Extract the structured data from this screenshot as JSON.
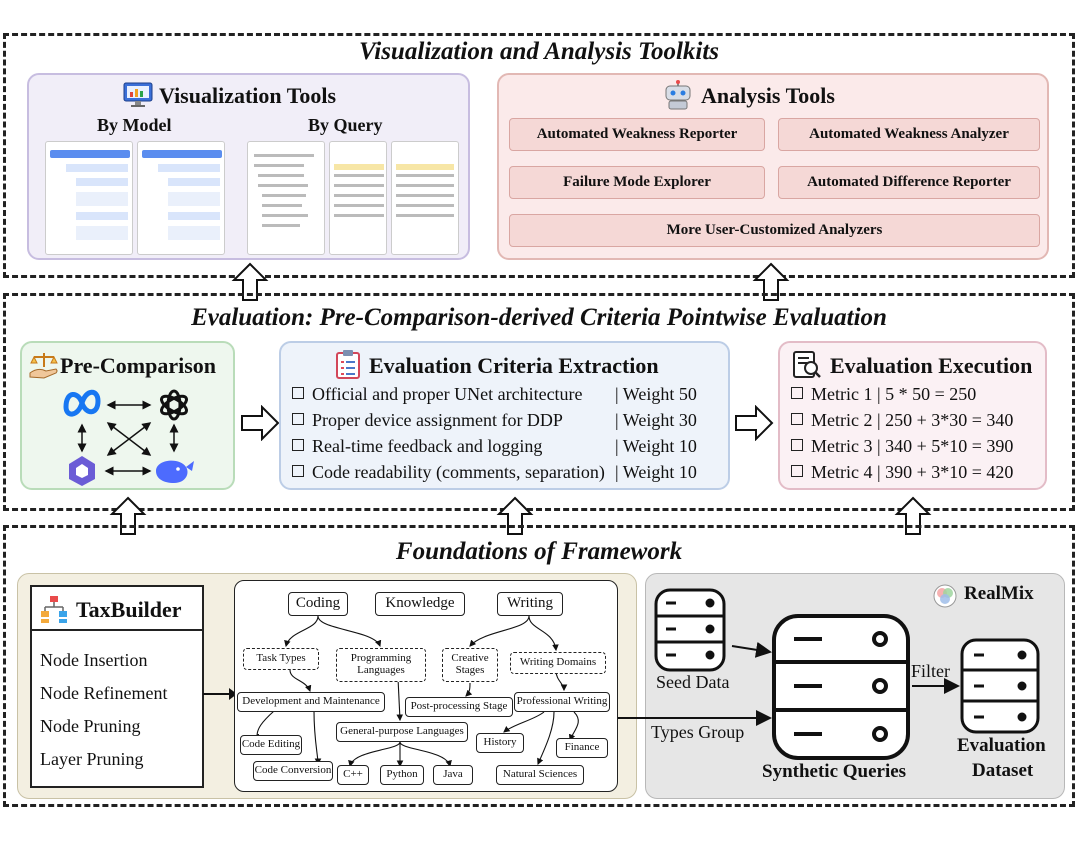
{
  "sections": {
    "viz_analysis_title": "Visualization and Analysis Toolkits",
    "evaluation_title": "Evaluation: Pre-Comparison-derived Criteria Pointwise Evaluation",
    "foundations_title": "Foundations of Framework"
  },
  "visualization": {
    "title": "Visualization Tools",
    "by_model": "By Model",
    "by_query": "By Query"
  },
  "analysis": {
    "title": "Analysis Tools",
    "buttons": [
      "Automated Weakness Reporter",
      "Automated Weakness Analyzer",
      "Failure Mode Explorer",
      "Automated Difference Reporter",
      "More User-Customized Analyzers"
    ]
  },
  "precomparison": {
    "title": "Pre-Comparison"
  },
  "criteria": {
    "title": "Evaluation Criteria Extraction",
    "rows": [
      {
        "text": "Official and proper UNet architecture",
        "weight": "| Weight 50"
      },
      {
        "text": "Proper device assignment for DDP",
        "weight": "| Weight 30"
      },
      {
        "text": "Real-time feedback and logging",
        "weight": "| Weight 10"
      },
      {
        "text": "Code readability (comments, separation)",
        "weight": "| Weight 10"
      }
    ]
  },
  "execution": {
    "title": "Evaluation Execution",
    "rows": [
      "Metric 1 | 5 * 50 = 250",
      "Metric 2 | 250 + 3*30 = 340",
      "Metric 3 | 340 + 5*10 = 390",
      "Metric 4 | 390 + 3*10 = 420"
    ]
  },
  "taxbuilder": {
    "title": "TaxBuilder",
    "items": [
      "Node Insertion",
      "Node Refinement",
      "Node Pruning",
      "Layer Pruning"
    ]
  },
  "taxonomy": {
    "coding": "Coding",
    "knowledge": "Knowledge",
    "writing": "Writing",
    "task_types": "Task Types",
    "programming_languages": "Programming Languages",
    "creative_stages": "Creative Stages",
    "writing_domains": "Writing Domains",
    "dev_maintenance": "Development and Maintenance",
    "post_processing": "Post-processing Stage",
    "professional_writing": "Professional Writing",
    "code_editing": "Code Editing",
    "general_purpose": "General-purpose Languages",
    "history": "History",
    "finance": "Finance",
    "code_conversion": "Code Conversion",
    "cpp": "C++",
    "python": "Python",
    "java": "Java",
    "natural_sciences": "Natural Sciences"
  },
  "realmix": {
    "title": "RealMix",
    "seed_data": "Seed Data",
    "types_group": "Types Group",
    "filter": "Filter",
    "synthetic_queries": "Synthetic Queries",
    "evaluation_dataset_1": "Evaluation",
    "evaluation_dataset_2": "Dataset"
  },
  "colors": {
    "viz_panel": "#f1eef8",
    "analysis_panel": "#fbeaea",
    "precomp_panel": "#eef7ee",
    "criteria_panel": "#eef3fa",
    "execution_panel": "#fbf1f4",
    "taxbuilder_panel": "#f3efe1",
    "realmix_panel": "#e6e6e6"
  }
}
